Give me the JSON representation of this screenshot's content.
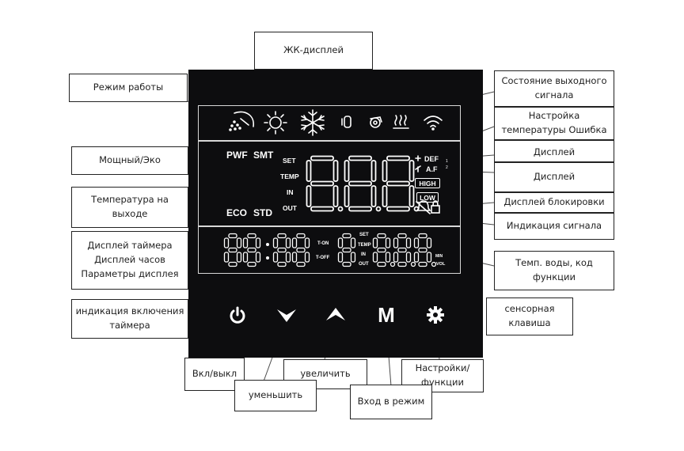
{
  "callouts": {
    "lcd_display": "ЖК-дисплей",
    "operating_mode": "Режим работы",
    "output_signal_state": "Состояние выходного сигнала",
    "temp_setting_error": "Настройка температуры Ошибка",
    "display_top": "Дисплей",
    "powerful_eco": "Мощный/Эко",
    "display_right": "Дисплей",
    "outlet_temperature": "Температура на выходе",
    "lock_display": "Дисплей блокировки",
    "signal_indication": "Индикация сигнала",
    "timer_clock_params": "Дисплей таймера\nДисплей часов\nПараметры дисплея",
    "water_temp_function": "Темп. воды, код функции",
    "timer_on_indication": "индикация включения таймера",
    "touch_key": "сенсорная клавиша",
    "power_onoff": "Вкл/выкл",
    "increase": "увеличить",
    "settings_functions": "Настройки/функции",
    "decrease": "уменьшить",
    "mode_entry": "Вход в режим"
  },
  "lcd": {
    "pwf": "PWF",
    "smt": "SMT",
    "eco": "ECO",
    "std": "STD",
    "set": "SET",
    "temp": "TEMP",
    "in": "IN",
    "out": "OUT",
    "def": "DEF",
    "af": "A.F",
    "high": "HIGH",
    "low": "LOW",
    "main_digits": "8.8.8.",
    "t_on": "T-ON",
    "t_off": "T-OFF",
    "b_set": "SET",
    "b_temp": "TEMP",
    "b_in": "IN",
    "b_out": "OUT",
    "min": "MIN",
    "vol": "VOL",
    "clock_digits": "88:88",
    "single_digit": "8",
    "right_digits": "8.8.8."
  },
  "keys": {
    "power": "power-icon",
    "down": "chevron-down-icon",
    "up": "chevron-up-icon",
    "mode": "M",
    "settings": "gear-icon"
  },
  "colors": {
    "panel": "#0d0d0f",
    "segment": "#ffffff",
    "box_border": "#222222"
  }
}
